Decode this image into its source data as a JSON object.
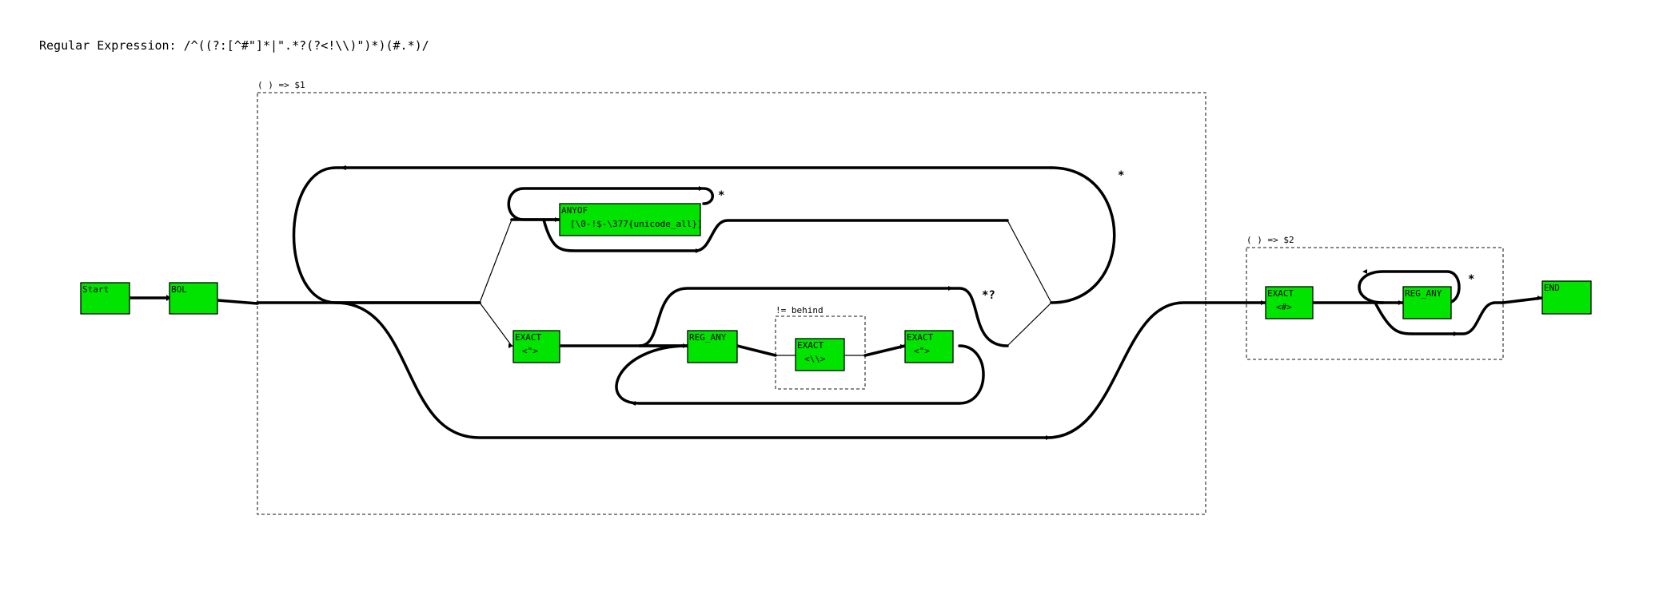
{
  "title": "Regular Expression: /^((?:[^#\"]*|\".*?(?<!\\\\)\")*)(#.*)/",
  "groups": {
    "g1": "( ) => $1",
    "g2": "( ) => $2",
    "lookbehind": "!= behind"
  },
  "nodes": {
    "start": {
      "line1": "Start"
    },
    "bol": {
      "line1": "BOL"
    },
    "anyof": {
      "line1": "ANYOF",
      "line2": "[\\0-!$-\\377{unicode_all}]"
    },
    "exact_q1": {
      "line1": "EXACT",
      "line2": "<\">"
    },
    "reg_any1": {
      "line1": "REG_ANY"
    },
    "exact_bs": {
      "line1": "EXACT",
      "line2": "<\\\\>"
    },
    "exact_q2": {
      "line1": "EXACT",
      "line2": "<\">"
    },
    "exact_hash": {
      "line1": "EXACT",
      "line2": "<#>"
    },
    "reg_any2": {
      "line1": "REG_ANY"
    },
    "end": {
      "line1": "END"
    }
  },
  "quantifiers": {
    "anyof_star": "*",
    "outer_star": "*",
    "lazy_star": "*?",
    "reg_any2_star": "*"
  }
}
